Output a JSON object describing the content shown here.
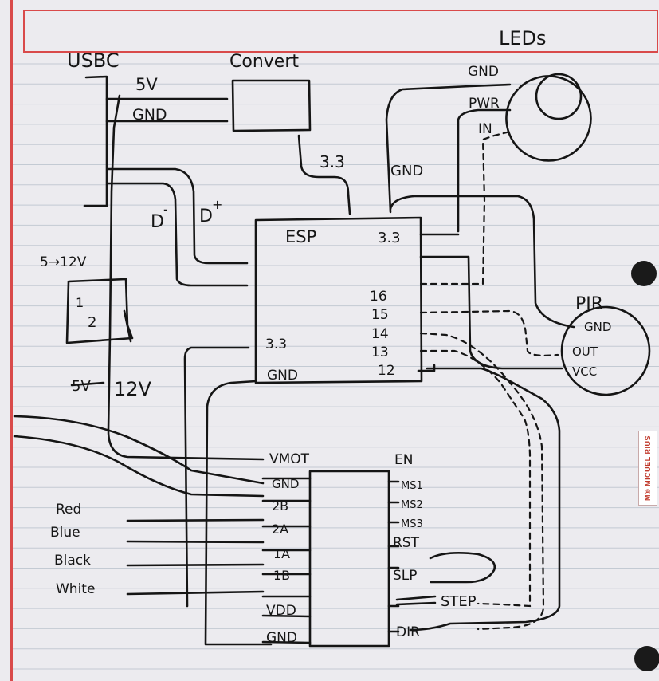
{
  "colors": {
    "paper": "#ecebef",
    "rule_line": "#c3cad3",
    "margin_line": "#d94a4a",
    "ink": "#151515"
  },
  "labels": {
    "usbc": "USBC",
    "v5": "5V",
    "gnd_top": "GND",
    "convert": "Convert",
    "v33_top": "3.3",
    "gnd_led_wire": "GND",
    "leds": "LEDs",
    "led_gnd": "GND",
    "led_pwr": "PWR",
    "led_in": "IN",
    "d_minus": "D",
    "d_plus": "D",
    "minus": "-",
    "plus": "+",
    "boost": "5→12V",
    "boost_pin1": "1",
    "boost_pin2": "2",
    "v12": "12V",
    "v5_struck": "5V",
    "pir": "PIR",
    "pir_gnd": "GND",
    "pir_out": "OUT",
    "pir_vcc": "VCC"
  },
  "esp": {
    "title": "ESP",
    "pin_33_right": "3.3",
    "pin_16": "16",
    "pin_15": "15",
    "pin_14": "14",
    "pin_13": "13",
    "pin_12": "12",
    "pin_33_left": "3.3",
    "pin_gnd": "GND"
  },
  "driver": {
    "vmot": "VMOT",
    "gnd_top": "GND",
    "pin_2b": "2B",
    "pin_2a": "2A",
    "pin_1a": "1A",
    "pin_1b": "1B",
    "vdd": "VDD",
    "gnd_bottom": "GND",
    "en": "EN",
    "ms1": "MS1",
    "ms2": "MS2",
    "ms3": "MS3",
    "rst": "RST",
    "slp": "SLP",
    "step": "STEP",
    "dir": "DIR"
  },
  "motor_wires": {
    "red": "Red",
    "blue": "Blue",
    "black": "Black",
    "white": "White"
  },
  "notebook_tag": "M® MICUEL RIUS"
}
